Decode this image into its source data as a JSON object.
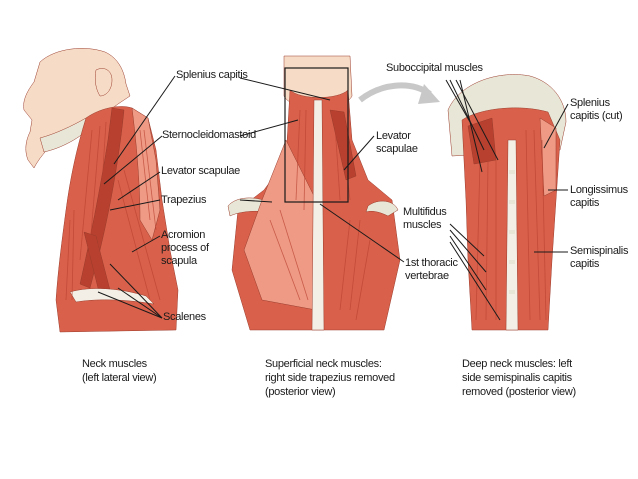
{
  "colors": {
    "muscle": "#d9614b",
    "muscle_dark": "#b8402f",
    "muscle_light": "#ee9a85",
    "tendon": "#f3efe6",
    "skin": "#f6dcc6",
    "bone": "#e8e6d6",
    "leader": "#1a1a1a"
  },
  "panel_left": {
    "labels": {
      "splenius": "Splenius capitis",
      "sternocleidomastoid": "Sternocleidomastoid",
      "levator": "Levator scapulae",
      "trapezius": "Trapezius",
      "acromion": "Acromion\nprocess of\nscapula",
      "scalenes": "Scalenes"
    },
    "caption": "Neck muscles\n(left lateral view)"
  },
  "panel_middle": {
    "labels": {
      "levator": "Levator\nscapulae",
      "thoracic": "1st thoracic\nvertebrae"
    },
    "caption": "Superficial neck muscles:\nright side trapezius removed\n(posterior view)"
  },
  "panel_right": {
    "labels": {
      "suboccipital": "Suboccipital muscles",
      "multifidus": "Multifidus\nmuscles",
      "splenius_cut": "Splenius\ncapitis (cut)",
      "longissimus": "Longissimus\ncapitis",
      "semispinalis": "Semispinalis\ncapitis"
    },
    "caption": "Deep neck muscles: left\nside semispinalis capitis\nremoved (posterior view)"
  }
}
